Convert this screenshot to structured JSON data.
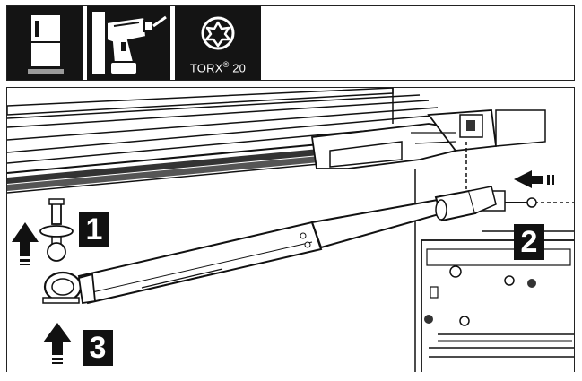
{
  "header": {
    "tool_label": "TORX",
    "tool_registered": "®",
    "tool_size": "20",
    "icons": [
      "refrigerator-icon",
      "cordless-drill-icon",
      "torx-bit-icon"
    ]
  },
  "steps": [
    {
      "number": "1"
    },
    {
      "number": "2"
    },
    {
      "number": "3"
    }
  ],
  "colors": {
    "ink": "#111111",
    "paper": "#ffffff",
    "accent": "#8a8a8a"
  }
}
